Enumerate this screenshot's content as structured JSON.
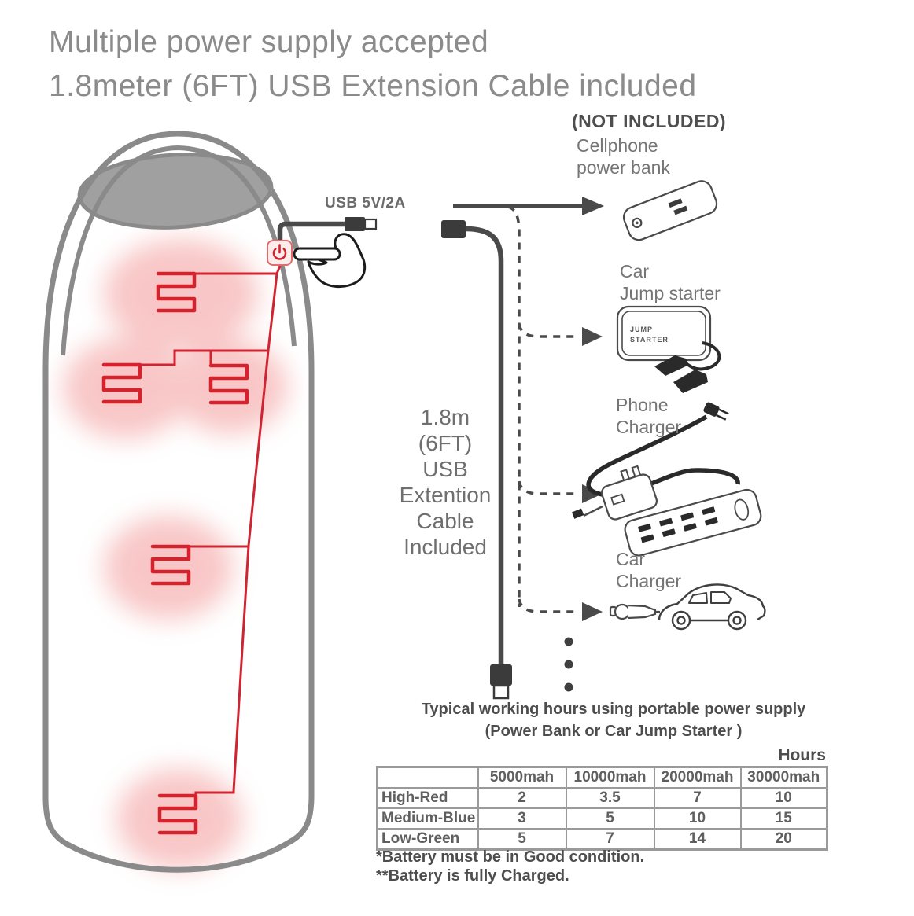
{
  "title": {
    "line1": "Multiple power supply accepted",
    "line2": "1.8meter (6FT) USB Extension Cable included"
  },
  "bag": {
    "usb_port_label": "USB 5V/2A"
  },
  "right_panel": {
    "not_included": "(NOT INCLUDED)",
    "devices": [
      {
        "id": "power-bank",
        "lines": [
          "Cellphone",
          "power bank"
        ]
      },
      {
        "id": "jump-starter",
        "lines": [
          "Car",
          "Jump starter"
        ],
        "icon_text": [
          "JUMP",
          "STARTER"
        ]
      },
      {
        "id": "phone-charger",
        "lines": [
          "Phone",
          "Charger"
        ]
      },
      {
        "id": "car-charger",
        "lines": [
          "Car",
          "Charger"
        ]
      }
    ]
  },
  "extension_cable_note": {
    "lines": [
      "1.8m",
      "(6FT)",
      "USB",
      "Extention",
      "Cable",
      "Included"
    ]
  },
  "hours_table": {
    "heading1": "Typical working hours using portable power supply",
    "heading2": "(Power Bank or Car Jump Starter )",
    "units": "Hours",
    "columns": [
      "5000mah",
      "10000mah",
      "20000mah",
      "30000mah"
    ],
    "rows": [
      {
        "label": "High-Red",
        "values": [
          "2",
          "3.5",
          "7",
          "10"
        ]
      },
      {
        "label": "Medium-Blue",
        "values": [
          "3",
          "5",
          "10",
          "15"
        ]
      },
      {
        "label": "Low-Green",
        "values": [
          "5",
          "7",
          "14",
          "20"
        ]
      }
    ],
    "footnote1": "*Battery must be in Good condition.",
    "footnote2": "**Battery is fully Charged."
  },
  "colors": {
    "heating_red": "#d5232e",
    "line_dark": "#4a4a4a",
    "bag_outline": "#8a8a8a",
    "text_gray": "#757575"
  }
}
